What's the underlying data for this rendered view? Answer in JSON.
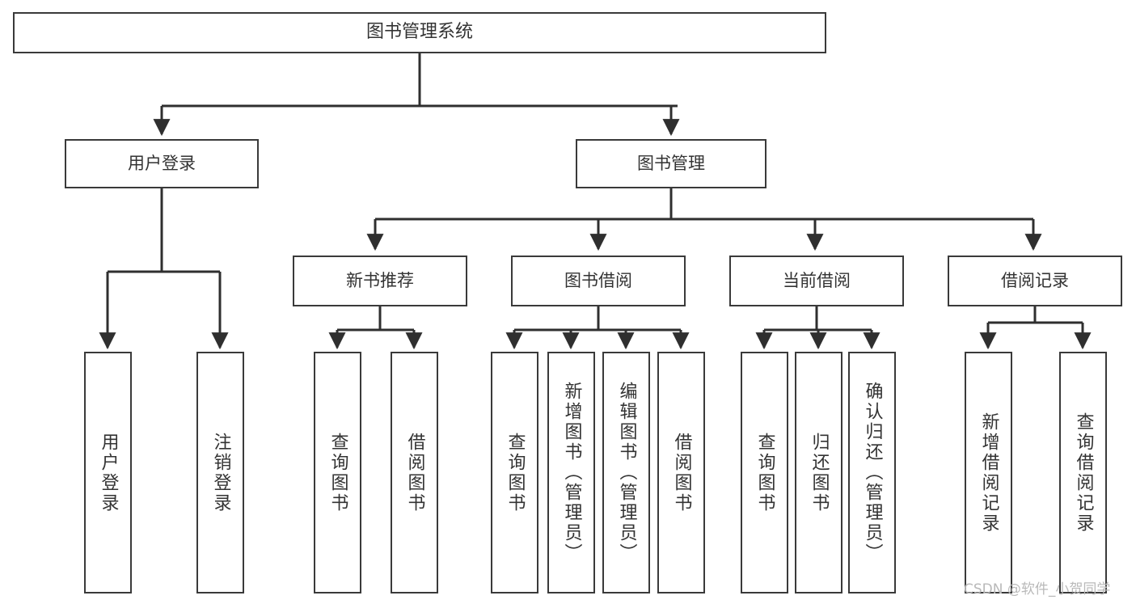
{
  "diagram": {
    "title": "图书管理系统",
    "type": "tree-hierarchy-chart",
    "root": {
      "label": "图书管理系统"
    },
    "level1": [
      {
        "label": "用户登录"
      },
      {
        "label": "图书管理"
      }
    ],
    "level2": [
      {
        "label": "新书推荐"
      },
      {
        "label": "图书借阅"
      },
      {
        "label": "当前借阅"
      },
      {
        "label": "借阅记录"
      }
    ],
    "leaves": {
      "user_login": [
        {
          "label": "用户登录"
        },
        {
          "label": "注销登录"
        }
      ],
      "new_book_recommend": [
        {
          "label": "查询图书"
        },
        {
          "label": "借阅图书"
        }
      ],
      "book_borrow": [
        {
          "label": "查询图书"
        },
        {
          "label": "新增图书（管理员）"
        },
        {
          "label": "编辑图书（管理员）"
        },
        {
          "label": "借阅图书"
        }
      ],
      "current_borrow": [
        {
          "label": "查询图书"
        },
        {
          "label": "归还图书"
        },
        {
          "label": "确认归还（管理员）"
        }
      ],
      "borrow_record": [
        {
          "label": "新增借阅记录"
        },
        {
          "label": "查询借阅记录"
        }
      ]
    }
  },
  "watermark": {
    "text": "CSDN @软件_小贺同学"
  },
  "colors": {
    "box_border": "#3a3a3a",
    "text": "#333333",
    "edge": "#2f2f2f",
    "background": "#ffffff",
    "watermark": "#b9b9b9"
  }
}
